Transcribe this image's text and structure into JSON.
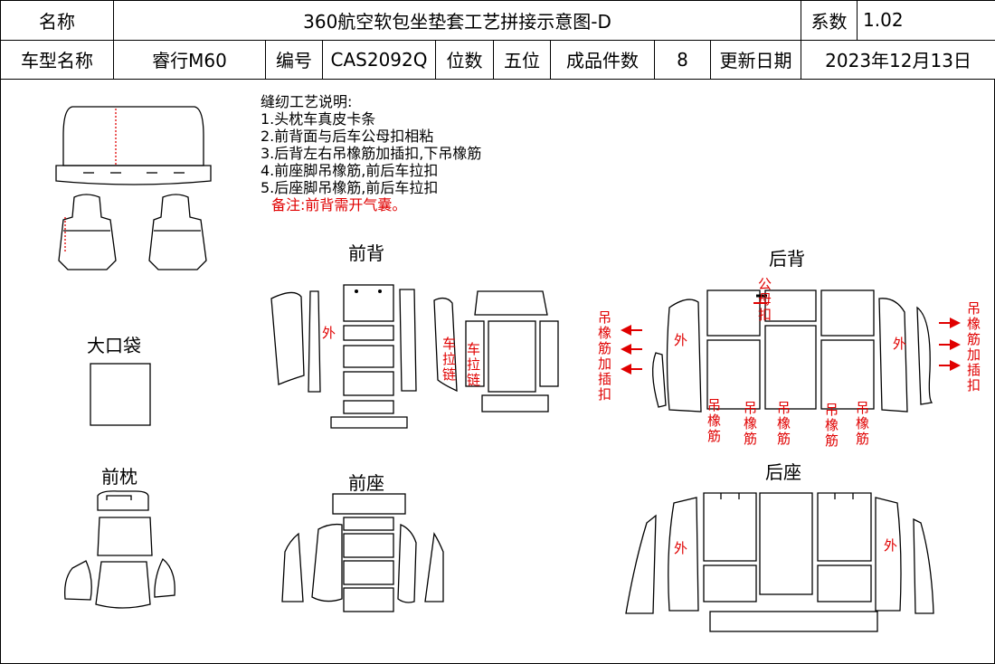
{
  "header": {
    "name_label": "名称",
    "title": "360航空软包坐垫套工艺拼接示意图-D",
    "coef_label": "系数",
    "coef_value": "1.02",
    "model_label": "车型名称",
    "model_value": "睿行M60",
    "code_label": "编号",
    "code_value": "CAS2092Q",
    "seats_label": "位数",
    "seats_value": "五位",
    "count_label": "成品件数",
    "count_value": "8",
    "date_label": "更新日期",
    "date_value": "2023年12月13日"
  },
  "notes": {
    "heading": "缝纫工艺说明:",
    "items": [
      "1.头枕车真皮卡条",
      "2.前背面与后车公母扣相粘",
      "3.后背左右吊橡筋加插扣,下吊橡筋",
      "4.前座脚吊橡筋,前后车拉扣",
      "5.后座脚吊橡筋,前后车拉扣"
    ],
    "remark": "备注:前背需开气囊。"
  },
  "sections": {
    "front_back": "前背",
    "rear_back": "后背",
    "big_pocket": "大口袋",
    "front_pillow": "前枕",
    "front_seat": "前座",
    "rear_seat": "后座"
  },
  "annotations": {
    "outer": "外",
    "zipper": "车拉链",
    "snap": "公母扣",
    "elastic": "吊橡筋",
    "elastic_buckle": "吊橡筋加插扣"
  },
  "colors": {
    "annotation": "#e00000",
    "line": "#000000"
  }
}
